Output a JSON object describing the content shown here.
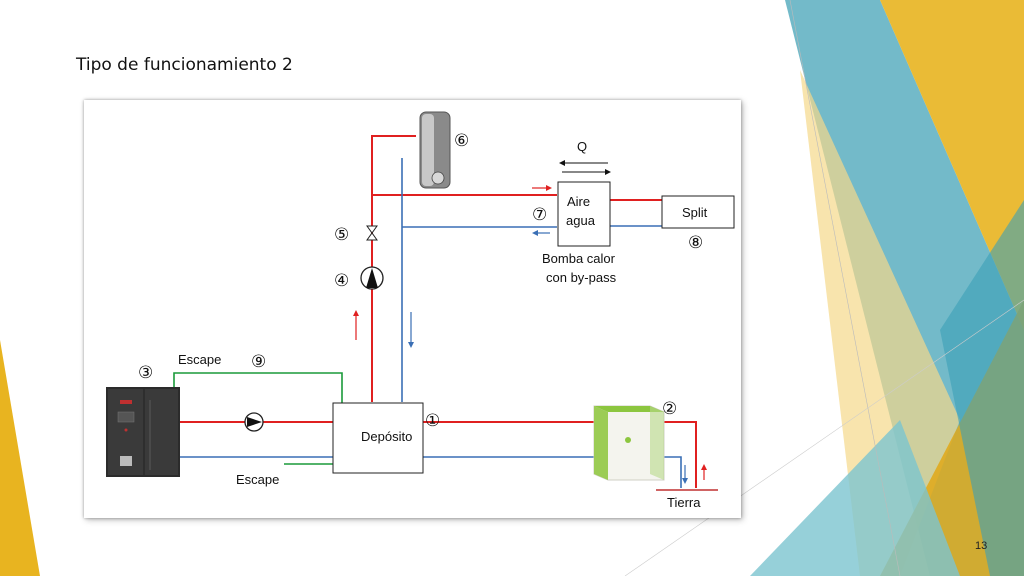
{
  "slide": {
    "title": "Tipo de funcionamiento 2",
    "page_number": "13"
  },
  "colors": {
    "supply": "#e02020",
    "return": "#3a6fb5",
    "exhaust": "#1a9a3a",
    "accent_yellow": "#e8b420",
    "accent_teal": "#3aa0b8"
  },
  "diagram": {
    "deposito": {
      "label": "Depósito",
      "number": "①"
    },
    "geothermal": {
      "number": "②",
      "ground_label": "Tierra"
    },
    "boiler": {
      "number": "③"
    },
    "pump": {
      "number": "④"
    },
    "valve": {
      "number": "⑤"
    },
    "dhw_tank": {
      "number": "⑥"
    },
    "heat_pump": {
      "line1": "Aire",
      "line2": "agua",
      "number": "⑦",
      "q_label": "Q",
      "caption1": "Bomba calor",
      "caption2": "con by-pass"
    },
    "split": {
      "label": "Split",
      "number": "⑧"
    },
    "exhaust": {
      "top_label": "Escape",
      "top_number": "⑨",
      "bottom_label": "Escape"
    }
  }
}
